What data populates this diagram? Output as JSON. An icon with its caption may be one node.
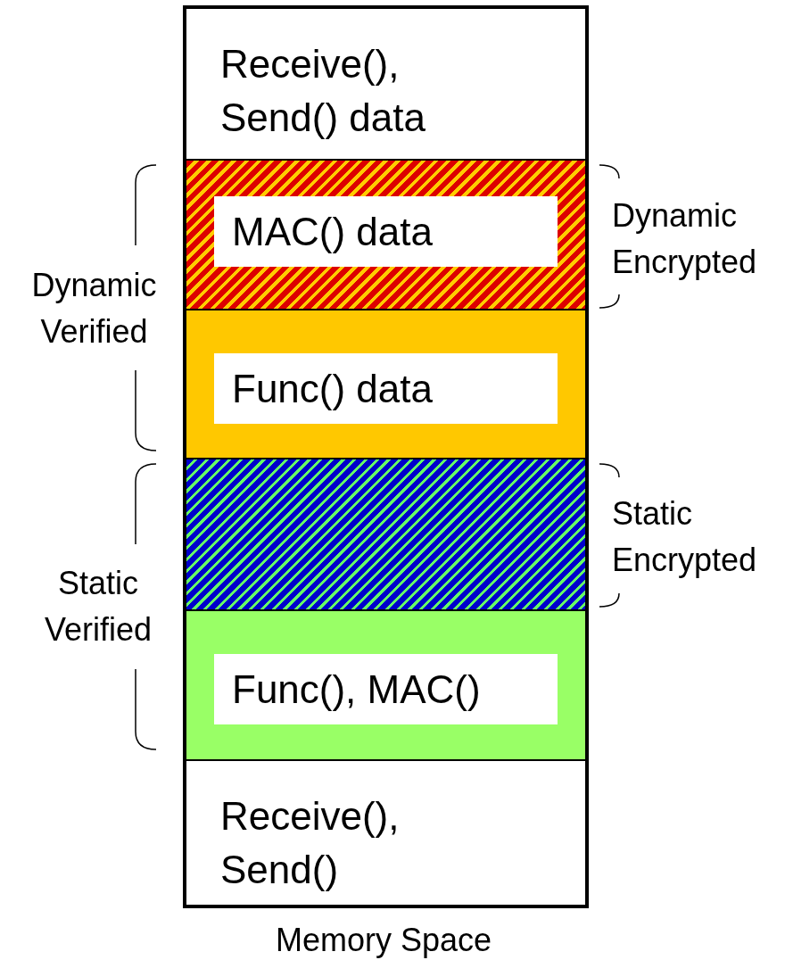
{
  "diagram": {
    "caption": "Memory Space",
    "nodes": [
      {
        "text": [
          "Receive(), Send() data"
        ]
      },
      {
        "text": [],
        "shape": "box"
      },
      {
        "text": [
          "MAC() data"
        ],
        "in": 1
      },
      {
        "text": [],
        "shape": "box"
      },
      {
        "text": [
          "Func() data"
        ],
        "in": 3
      },
      {
        "text": [],
        "shape": "box"
      },
      {
        "text": [],
        "shape": "box"
      },
      {
        "text": [
          "Func(), MAC()"
        ],
        "in": 6
      },
      {
        "text": [
          "Receive(), Send()"
        ]
      }
    ],
    "labels": [
      "Dynamic Encrypted",
      "Dynamic Verified",
      "Static Encrypted",
      "Static Verified"
    ]
  }
}
